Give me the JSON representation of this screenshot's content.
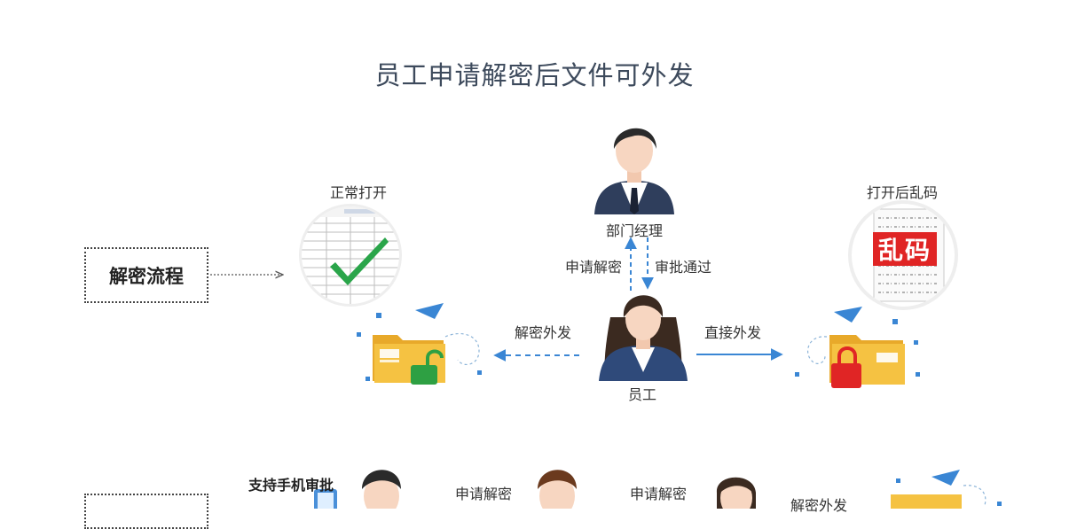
{
  "title": "员工申请解密后文件可外发",
  "process_label": "解密流程",
  "nodes": {
    "manager": "部门经理",
    "employee": "员工",
    "normal_open": "正常打开",
    "garbled_open": "打开后乱码",
    "garbled_badge": "乱码"
  },
  "edges": {
    "apply_decrypt": "申请解密",
    "approve": "审批通过",
    "decrypt_send": "解密外发",
    "direct_send": "直接外发"
  },
  "second_row": {
    "mobile_approve": "支持手机审批",
    "apply1": "申请解密",
    "apply2": "申请解密",
    "decrypt_send": "解密外发"
  },
  "colors": {
    "title": "#3d4a5c",
    "arrow_blue": "#3a86d4",
    "folder_yellow": "#f5c242",
    "lock_green": "#2ea043",
    "lock_red": "#e02525",
    "suit_navy": "#2f3e5c"
  }
}
